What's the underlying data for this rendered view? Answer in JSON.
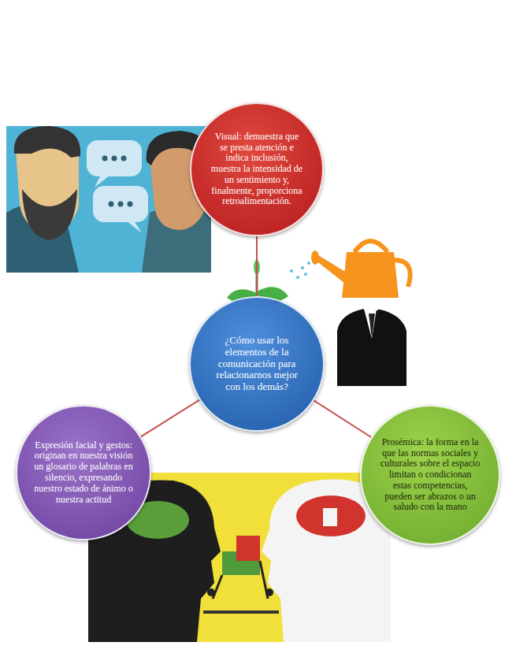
{
  "diagram": {
    "nodes": [
      {
        "text": [
          "Visual: demuestra que se presta atención e indica inclusión, muestra la intensidad de un sentimiento y, finalmente, proporciona retroalimentación."
        ]
      },
      {
        "text": [
          "¿Cómo usar los elementos de la comunicación para relacionarnos mejor con los demás?"
        ]
      },
      {
        "text": [
          "Expresión facial y gestos: originan en nuestra visión un glosario de palabras en silencio, expresando nuestro estado de ánimo o nuestra actitud"
        ]
      },
      {
        "text": [
          "Prosémica: la forma en la que las normas sociales y culturales sobre el espacio limitan o condicionan estas competencias, pueden ser abrazos o un saludo con la mano"
        ]
      }
    ],
    "edges": [
      {
        "from": 1,
        "to": 0,
        "arrow": "none"
      },
      {
        "from": 1,
        "to": 2,
        "arrow": "none"
      },
      {
        "from": 1,
        "to": 3,
        "arrow": "none"
      }
    ]
  }
}
